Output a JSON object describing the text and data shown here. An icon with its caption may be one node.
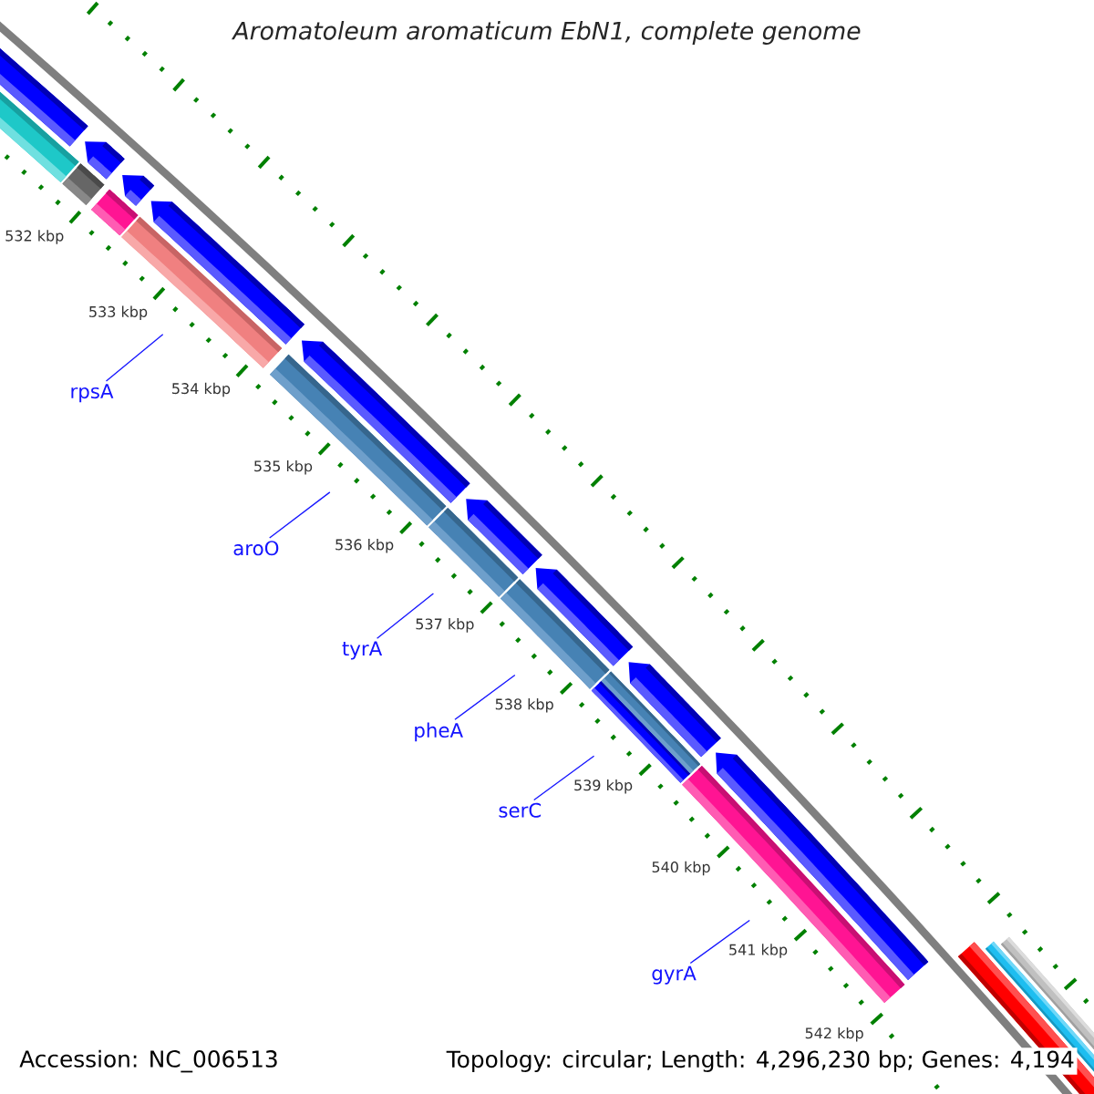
{
  "diagram": {
    "title": "Aromatoleum aromaticum EbN1, complete genome",
    "nodes": [
      {
        "text": [
          "rpsA"
        ]
      },
      {
        "text": [
          "aroO"
        ]
      },
      {
        "text": [
          "tyrA"
        ]
      },
      {
        "text": [
          "pheA"
        ]
      },
      {
        "text": [
          "serC"
        ]
      },
      {
        "text": [
          "gyrA"
        ]
      }
    ],
    "edges": [
      {
        "from": 0,
        "to": null,
        "arrow": "none"
      },
      {
        "from": 1,
        "to": null,
        "arrow": "none"
      },
      {
        "from": 2,
        "to": null,
        "arrow": "none"
      },
      {
        "from": 3,
        "to": null,
        "arrow": "none"
      },
      {
        "from": 4,
        "to": null,
        "arrow": "none"
      },
      {
        "from": 5,
        "to": null,
        "arrow": "none"
      }
    ],
    "labels": [
      "532 kbp",
      "533 kbp",
      "534 kbp",
      "535 kbp",
      "536 kbp",
      "537 kbp",
      "538 kbp",
      "539 kbp",
      "540 kbp",
      "541 kbp",
      "542 kbp",
      "Accession: NC_006513",
      "Topology: circular; Length: 4,296,230 bp; Genes: 4,194"
    ]
  }
}
